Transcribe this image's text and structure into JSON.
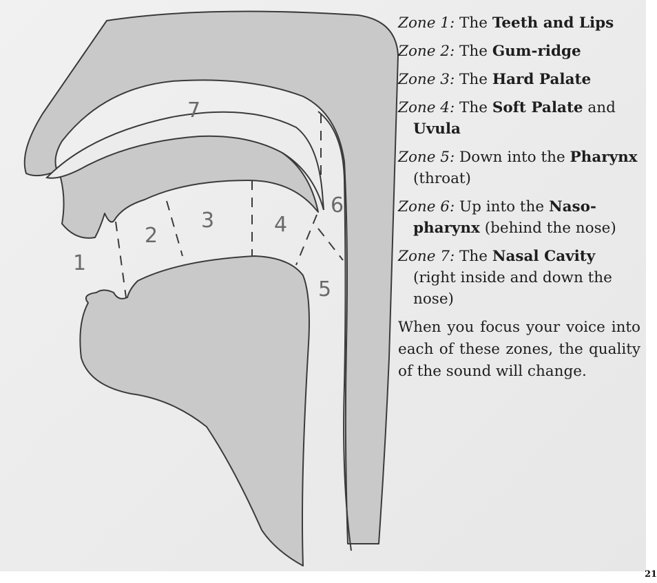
{
  "diagram": {
    "zone_numbers": [
      "1",
      "2",
      "3",
      "4",
      "5",
      "6",
      "7"
    ]
  },
  "legend": [
    {
      "label": "Zone 1:",
      "parts": [
        {
          "t": " The "
        },
        {
          "t": "Teeth and Lips",
          "b": true
        }
      ]
    },
    {
      "label": "Zone 2:",
      "parts": [
        {
          "t": " The "
        },
        {
          "t": "Gum-ridge",
          "b": true
        }
      ]
    },
    {
      "label": "Zone 3:",
      "parts": [
        {
          "t": " The "
        },
        {
          "t": "Hard Palate",
          "b": true
        }
      ]
    },
    {
      "label": "Zone 4:",
      "parts": [
        {
          "t": " The "
        },
        {
          "t": "Soft Palate",
          "b": true
        },
        {
          "t": " and "
        },
        {
          "t": "Uvula",
          "b": true
        }
      ]
    },
    {
      "label": "Zone 5:",
      "parts": [
        {
          "t": " Down into the "
        },
        {
          "t": "Pharynx",
          "b": true
        },
        {
          "t": " (throat)"
        }
      ]
    },
    {
      "label": "Zone 6:",
      "parts": [
        {
          "t": " Up into the "
        },
        {
          "t": "Naso-pharynx",
          "b": true
        },
        {
          "t": " (behind the nose)"
        }
      ]
    },
    {
      "label": "Zone 7:",
      "parts": [
        {
          "t": " The "
        },
        {
          "t": "Nasal Cavity",
          "b": true
        },
        {
          "t": " (right inside and down the nose)"
        }
      ]
    }
  ],
  "footnote": "When you focus your voice into each of these zones, the quality of the sound will change.",
  "page_number": "21",
  "colors": {
    "tissue": "#c9c9c9",
    "outline": "#3a3a3a",
    "cavity": "#ececec",
    "number_text": "#6a6a6a"
  }
}
